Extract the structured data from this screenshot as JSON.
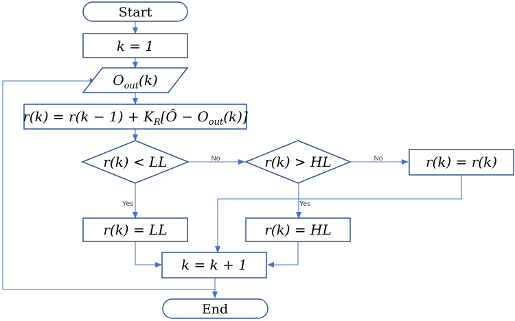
{
  "nodes": {
    "start": {
      "label": "Start"
    },
    "init": {
      "label": "k = 1"
    },
    "output": {
      "label": "O",
      "sub": "out",
      "tail": "(k)"
    },
    "update": {
      "pre": "r(k) = r(k − 1) + K",
      "sub_r": "R",
      "mid": "[Ô − O",
      "sub_out": "out",
      "post": "(k)]"
    },
    "check_ll": {
      "label": "r(k) < LL"
    },
    "check_hl": {
      "label": "r(k) > HL"
    },
    "keep": {
      "label": "r(k) = r(k)"
    },
    "set_ll": {
      "label": "r(k) = LL"
    },
    "set_hl": {
      "label": "r(k) = HL"
    },
    "increment": {
      "label": "k = k + 1"
    },
    "end": {
      "label": "End"
    }
  },
  "edges": {
    "ll_no": "No",
    "hl_no": "No",
    "ll_yes": "Yes",
    "hl_yes": "Yes"
  },
  "colors": {
    "stroke": "#2f528f",
    "connector": "#4472c4"
  }
}
